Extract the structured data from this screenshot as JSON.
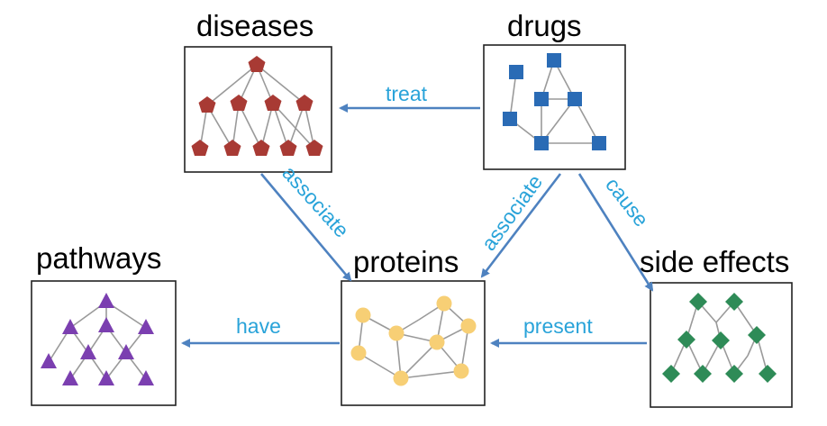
{
  "nodes": {
    "diseases": {
      "title": "diseases",
      "color": "#a83a34",
      "shape": "pentagon"
    },
    "drugs": {
      "title": "drugs",
      "color": "#2a6bb5",
      "shape": "square"
    },
    "pathways": {
      "title": "pathways",
      "color": "#7b3fb0",
      "shape": "triangle"
    },
    "proteins": {
      "title": "proteins",
      "color": "#f7cf75",
      "shape": "circle"
    },
    "side_effects": {
      "title": "side effects",
      "color": "#2e8b57",
      "shape": "diamond"
    }
  },
  "edges": {
    "treat": "treat",
    "associate_diseases": "associate",
    "associate_drugs": "associate",
    "cause": "cause",
    "have": "have",
    "present": "present"
  },
  "colors": {
    "arrow": "#4e82c0",
    "edge_label": "#29a3d9",
    "inner_edge": "#9a9a9a"
  }
}
